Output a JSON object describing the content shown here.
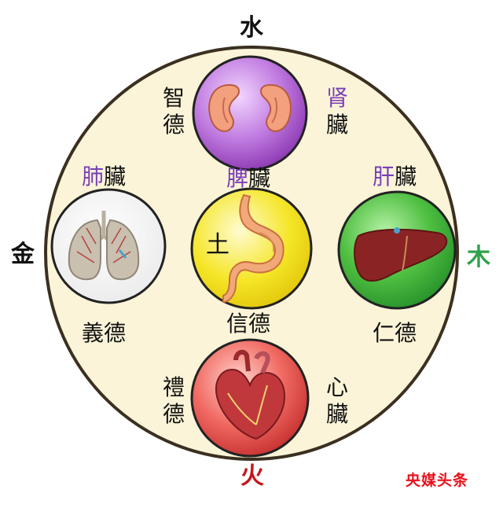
{
  "elements": {
    "water": "水",
    "fire": "火",
    "metal": "金",
    "wood": "木",
    "earth": "土"
  },
  "organs": {
    "kidney": {
      "radical": "肾",
      "suffix": "臟",
      "virtue": "智德"
    },
    "lung": {
      "radical": "肺",
      "suffix": "臟",
      "virtue": "義德"
    },
    "spleen": {
      "radical": "脾",
      "suffix": "臟",
      "virtue": "信德"
    },
    "liver": {
      "radical": "肝",
      "suffix": "臟",
      "virtue": "仁德"
    },
    "heart": {
      "radical": "心",
      "suffix": "臟",
      "virtue": "禮德"
    }
  },
  "colors": {
    "outer_circle_fill": "#fbf4d8",
    "kidney_circle": "#a64fc7",
    "spleen_circle": "#f3e21a",
    "liver_circle": "#3cab3a",
    "heart_circle": "#e34a49",
    "lung_circle": "#ffffff",
    "fire_text": "#c4161c",
    "wood_text": "#2ea24a",
    "watermark": "#e8101a"
  },
  "icons": [
    "kidney-icon",
    "lung-icon",
    "stomach-icon",
    "liver-icon",
    "heart-icon"
  ],
  "watermark": "央媒头条"
}
